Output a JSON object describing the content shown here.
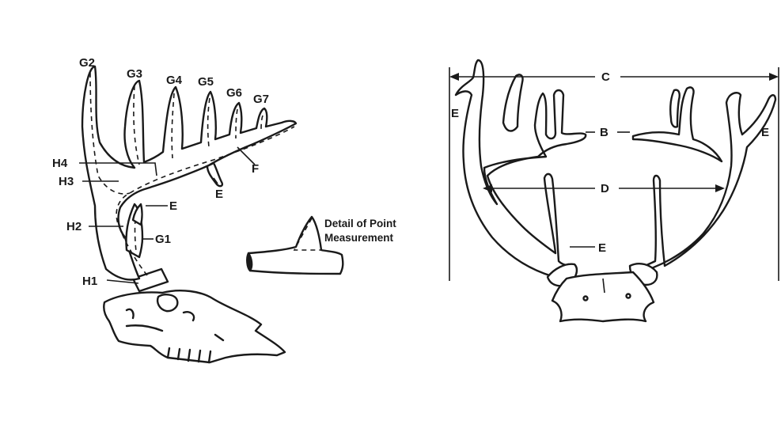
{
  "side_view": {
    "labels": {
      "g2": "G2",
      "g3": "G3",
      "g4": "G4",
      "g5": "G5",
      "g6": "G6",
      "g7": "G7",
      "h4": "H4",
      "h3": "H3",
      "h2": "H2",
      "h1": "H1",
      "g1": "G1",
      "e": "E",
      "f": "F"
    }
  },
  "detail": {
    "caption_line1": "Detail of Point",
    "caption_line2": "Measurement"
  },
  "front_view": {
    "labels": {
      "c": "C",
      "b": "B",
      "d": "D",
      "e_left": "E",
      "e_right": "E",
      "e_center": "E"
    }
  }
}
